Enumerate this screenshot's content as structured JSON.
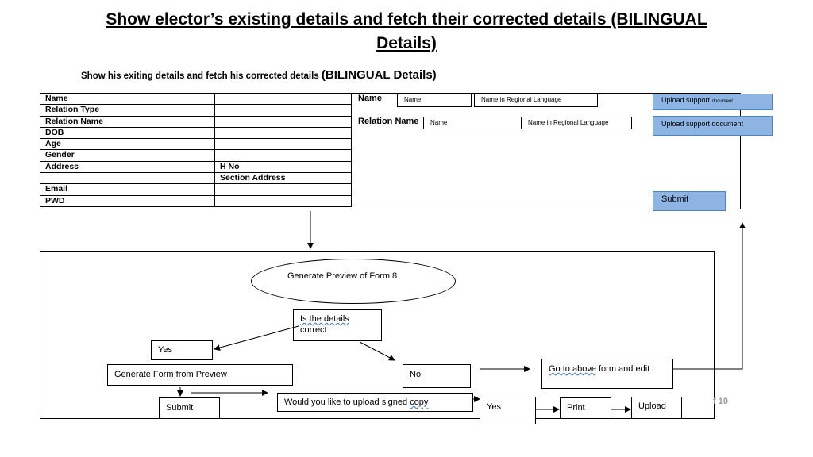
{
  "title": {
    "line1": "Show elector’s existing details and fetch their corrected details (BILINGUAL",
    "line2": "Details)"
  },
  "subtitle": {
    "small": "Show his exiting details and fetch his corrected details",
    "big": "(BILINGUAL Details)"
  },
  "details_table": {
    "rows": [
      {
        "label": "Name",
        "value": ""
      },
      {
        "label": "Relation Type",
        "value": ""
      },
      {
        "label": "Relation Name",
        "value": ""
      },
      {
        "label": "DOB",
        "value": ""
      },
      {
        "label": "Age",
        "value": ""
      },
      {
        "label": "Gender",
        "value": ""
      },
      {
        "label": "Address",
        "value": "H No"
      },
      {
        "label": "",
        "value": "Section Address"
      },
      {
        "label": "Email",
        "value": ""
      },
      {
        "label": "PWD",
        "value": ""
      }
    ]
  },
  "form": {
    "name_label": "Name",
    "relation_name_label": "Relation Name",
    "name_field": "Name",
    "name_regional_field": "Name in Regional Language",
    "relation_name_field": "Name",
    "relation_regional_field": "Name in Regional Language",
    "upload1_main": "Upload support",
    "upload1_small": "document",
    "upload2": "Upload support document",
    "submit": "Submit"
  },
  "flow": {
    "preview": "Generate Preview of Form 8",
    "question_a": "Is the details",
    "question_b": "correct",
    "yes": "Yes",
    "no": "No",
    "generate": "Generate Form from Preview",
    "goto_a": "Go to above",
    "goto_b": " form and edit",
    "submit": "Submit",
    "upload_question": "Would you like to upload signed",
    "upload_question_w": "copy",
    "yes2": "Yes",
    "print": "Print",
    "upload": "Upload"
  },
  "page_number": "f 10"
}
